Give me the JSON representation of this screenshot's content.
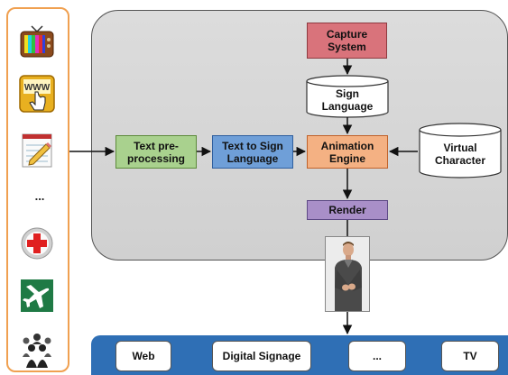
{
  "nodes": {
    "capture_system": "Capture\nSystem",
    "sign_language": "Sign\nLanguage",
    "text_preprocessing": "Text pre-\nprocessing",
    "text_to_sign": "Text to Sign\nLanguage",
    "animation_engine": "Animation\nEngine",
    "virtual_character": "Virtual\nCharacter",
    "render": "Render"
  },
  "left_panel": {
    "icons": [
      "tv-icon",
      "www-click-icon",
      "notepad-pencil-icon",
      "medical-cross-icon",
      "airport-plane-icon",
      "group-people-icon"
    ],
    "ellipsis": "..."
  },
  "outputs": [
    "Web",
    "Digital Signage",
    "...",
    "TV"
  ],
  "colors": {
    "capture": "#d9737b",
    "preprocessing": "#a9d18e",
    "text_to_sign": "#6f9fd8",
    "animation": "#f4b183",
    "render": "#a98fc8",
    "output_bar": "#2f6fb5",
    "left_border": "#f0a050"
  }
}
